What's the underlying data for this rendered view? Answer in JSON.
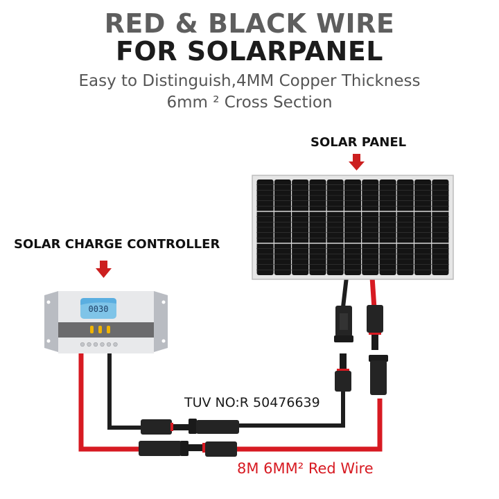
{
  "heading": {
    "line1": "RED & BLACK WIRE",
    "line2": "FOR SOLARPANEL"
  },
  "subheading": {
    "line1": "Easy to Distinguish,4MM Copper Thickness",
    "line2": "6mm ² Cross Section"
  },
  "labels": {
    "solar_panel": "SOLAR PANEL",
    "charge_controller": "SOLAR CHARGE CONTROLLER",
    "tuv": "TUV NO:R 50476639",
    "red_wire": "8M 6MM² Red Wire"
  },
  "controller": {
    "display_value": "0030",
    "led_count": 3,
    "button_count": 6
  },
  "panel": {
    "cell_columns": 11,
    "cell_rows": 3
  },
  "colors": {
    "red_wire": "#d71a22",
    "black_wire": "#1a1a1a",
    "arrow": "#cc1f1f",
    "display": "#7fc4e8"
  }
}
